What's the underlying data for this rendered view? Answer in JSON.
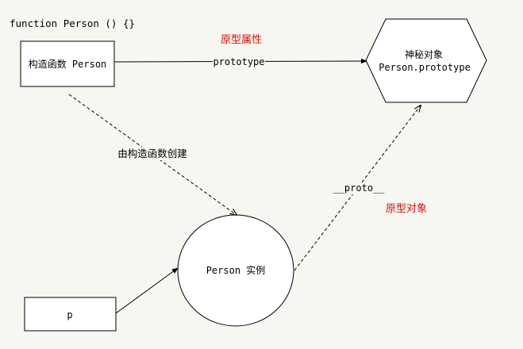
{
  "header_code": "function Person () {}",
  "nodes": {
    "constructor": "构造函数 Person",
    "prototype": {
      "line1": "神秘对象",
      "line2": "Person.prototype"
    },
    "instance": "Person 实例",
    "variable": "p"
  },
  "edges": {
    "prototype_property": "prototype",
    "created_by": "由构造函数创建",
    "proto_link": "__proto__"
  },
  "notes": {
    "prototype_attribute": "原型属性",
    "prototype_object": "原型对象"
  },
  "colors": {
    "background": "#f8f6f0",
    "node_fill": "#ffffff",
    "stroke": "#000000",
    "annotation_red": "#d01010"
  }
}
